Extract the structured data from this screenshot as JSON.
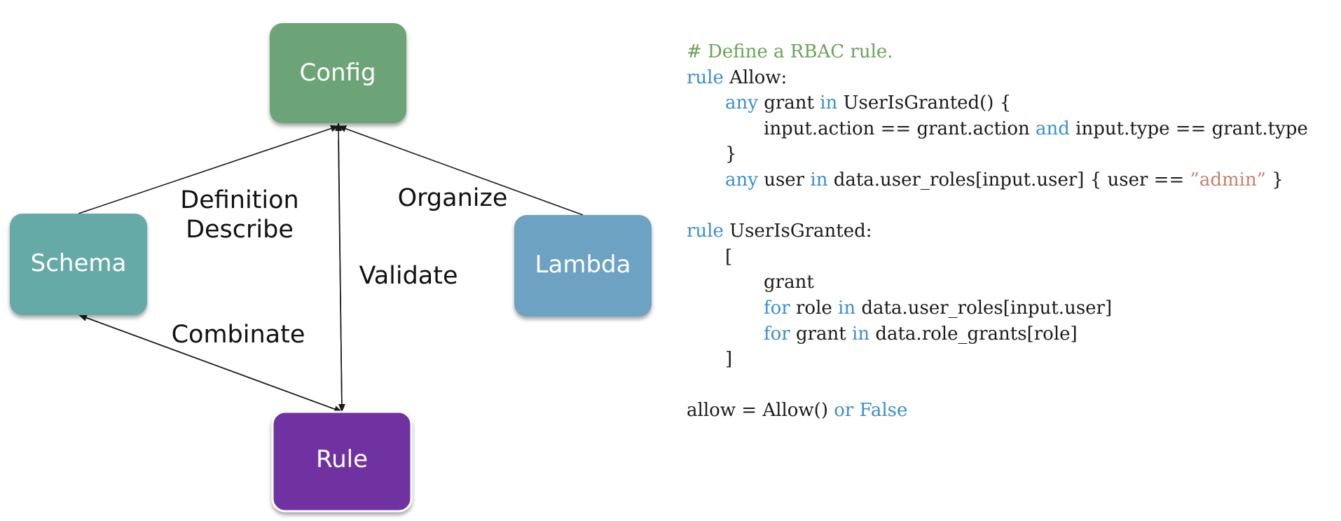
{
  "diagram": {
    "nodes": {
      "config": {
        "label": "Config",
        "color": "#6da477"
      },
      "schema": {
        "label": "Schema",
        "color": "#66aaa8"
      },
      "lambda": {
        "label": "Lambda",
        "color": "#6ea2c2"
      },
      "rule": {
        "label": "Rule",
        "color": "#7030a0"
      }
    },
    "edge_labels": {
      "definition": "Definition",
      "describe": "Describe",
      "organize": "Organize",
      "validate": "Validate",
      "combinate": "Combinate"
    }
  },
  "code": {
    "colors": {
      "comment": "#6aa35a",
      "keyword": "#3b8fce",
      "string": "#c8806a",
      "plain": "#1a1a1a"
    },
    "lines": [
      {
        "indent": 0,
        "tokens": [
          {
            "t": "# Define a RBAC rule.",
            "k": "comment"
          }
        ]
      },
      {
        "indent": 0,
        "tokens": [
          {
            "t": "rule",
            "k": "kw"
          },
          {
            "t": " Allow:",
            "k": "plain"
          }
        ]
      },
      {
        "indent": 1,
        "tokens": [
          {
            "t": "any",
            "k": "kw"
          },
          {
            "t": " grant ",
            "k": "plain"
          },
          {
            "t": "in",
            "k": "kw"
          },
          {
            "t": " UserIsGranted() {",
            "k": "plain"
          }
        ]
      },
      {
        "indent": 2,
        "tokens": [
          {
            "t": "input.action == grant.action ",
            "k": "plain"
          },
          {
            "t": "and",
            "k": "kw"
          },
          {
            "t": " input.type == grant.type",
            "k": "plain"
          }
        ]
      },
      {
        "indent": 1,
        "tokens": [
          {
            "t": "}",
            "k": "plain"
          }
        ]
      },
      {
        "indent": 1,
        "tokens": [
          {
            "t": "any",
            "k": "kw"
          },
          {
            "t": " user ",
            "k": "plain"
          },
          {
            "t": "in",
            "k": "kw"
          },
          {
            "t": " data.user_roles[input.user] { user == ",
            "k": "plain"
          },
          {
            "t": "”admin”",
            "k": "str"
          },
          {
            "t": " }",
            "k": "plain"
          }
        ]
      },
      {
        "indent": 0,
        "tokens": []
      },
      {
        "indent": 0,
        "tokens": [
          {
            "t": "rule",
            "k": "kw"
          },
          {
            "t": " UserIsGranted:",
            "k": "plain"
          }
        ]
      },
      {
        "indent": 1,
        "tokens": [
          {
            "t": "[",
            "k": "plain"
          }
        ]
      },
      {
        "indent": 2,
        "tokens": [
          {
            "t": "grant",
            "k": "plain"
          }
        ]
      },
      {
        "indent": 2,
        "tokens": [
          {
            "t": "for",
            "k": "kw"
          },
          {
            "t": " role ",
            "k": "plain"
          },
          {
            "t": "in",
            "k": "kw"
          },
          {
            "t": " data.user_roles[input.user]",
            "k": "plain"
          }
        ]
      },
      {
        "indent": 2,
        "tokens": [
          {
            "t": "for",
            "k": "kw"
          },
          {
            "t": " grant ",
            "k": "plain"
          },
          {
            "t": "in",
            "k": "kw"
          },
          {
            "t": " data.role_grants[role]",
            "k": "plain"
          }
        ]
      },
      {
        "indent": 1,
        "tokens": [
          {
            "t": "]",
            "k": "plain"
          }
        ]
      },
      {
        "indent": 0,
        "tokens": []
      },
      {
        "indent": 0,
        "tokens": [
          {
            "t": "allow = Allow() ",
            "k": "plain"
          },
          {
            "t": "or",
            "k": "kw"
          },
          {
            "t": " ",
            "k": "plain"
          },
          {
            "t": "False",
            "k": "kw"
          }
        ]
      }
    ]
  }
}
